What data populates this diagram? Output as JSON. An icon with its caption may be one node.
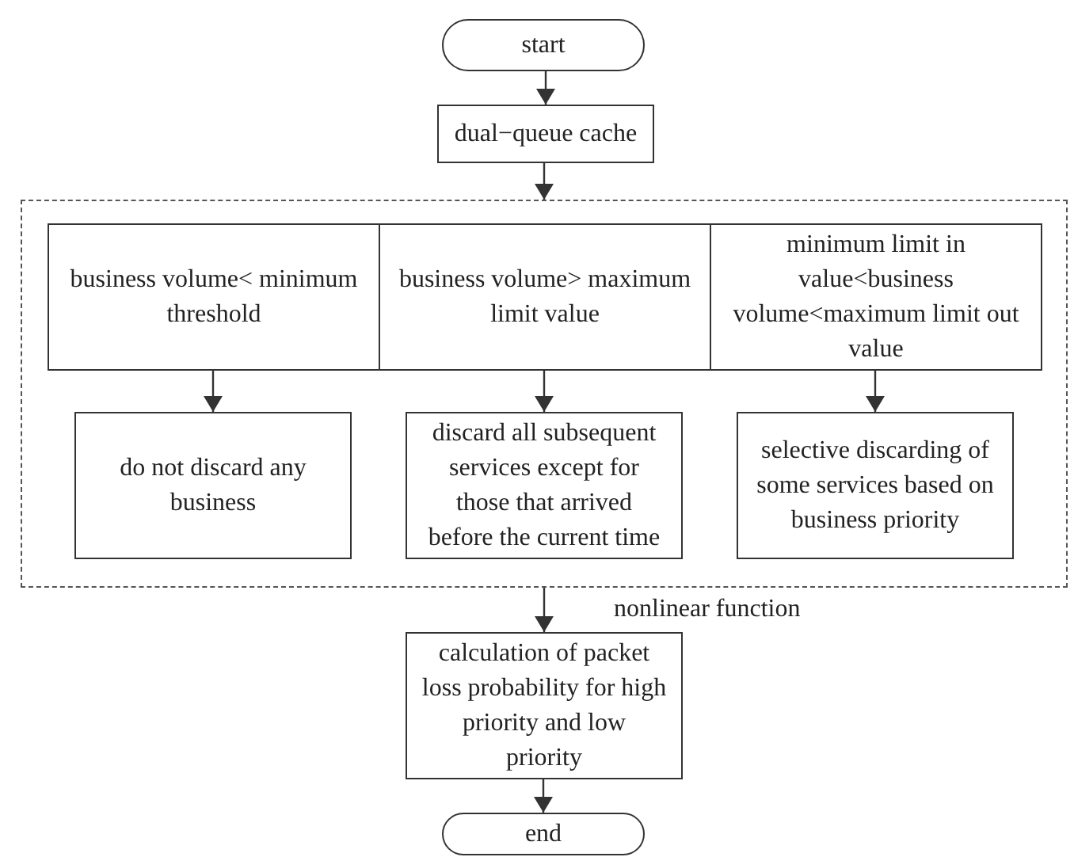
{
  "diagram": {
    "nodes": [
      {
        "text": [
          "start"
        ]
      },
      {
        "text": [
          "dual−queue cache"
        ]
      },
      {
        "text": [],
        "shape": "box"
      },
      {
        "text": [
          "business volume< minimum threshold"
        ],
        "in": 2
      },
      {
        "text": [
          "business volume> maximum limit value"
        ],
        "in": 2
      },
      {
        "text": [
          "minimum limit in value<business volume<maximum limit out value"
        ],
        "in": 2
      },
      {
        "text": [
          "do not discard any business"
        ],
        "in": 2
      },
      {
        "text": [
          "discard all subsequent services except for those that arrived before the current time"
        ],
        "in": 2
      },
      {
        "text": [
          "selective discarding of some services based on business priority"
        ],
        "in": 2
      },
      {
        "text": [
          "calculation of packet loss probability for high priority and low priority"
        ]
      },
      {
        "text": [
          "end"
        ]
      }
    ],
    "edges": [
      {
        "from": 0,
        "to": 1,
        "arrow": "to"
      },
      {
        "from": 1,
        "to": 2,
        "arrow": "to"
      },
      {
        "from": 3,
        "to": 6,
        "arrow": "to"
      },
      {
        "from": 4,
        "to": 7,
        "arrow": "to"
      },
      {
        "from": 5,
        "to": 8,
        "arrow": "to"
      },
      {
        "from": 2,
        "to": 9,
        "arrow": "to",
        "label": "nonlinear function"
      },
      {
        "from": 9,
        "to": 10,
        "arrow": "to"
      }
    ]
  }
}
